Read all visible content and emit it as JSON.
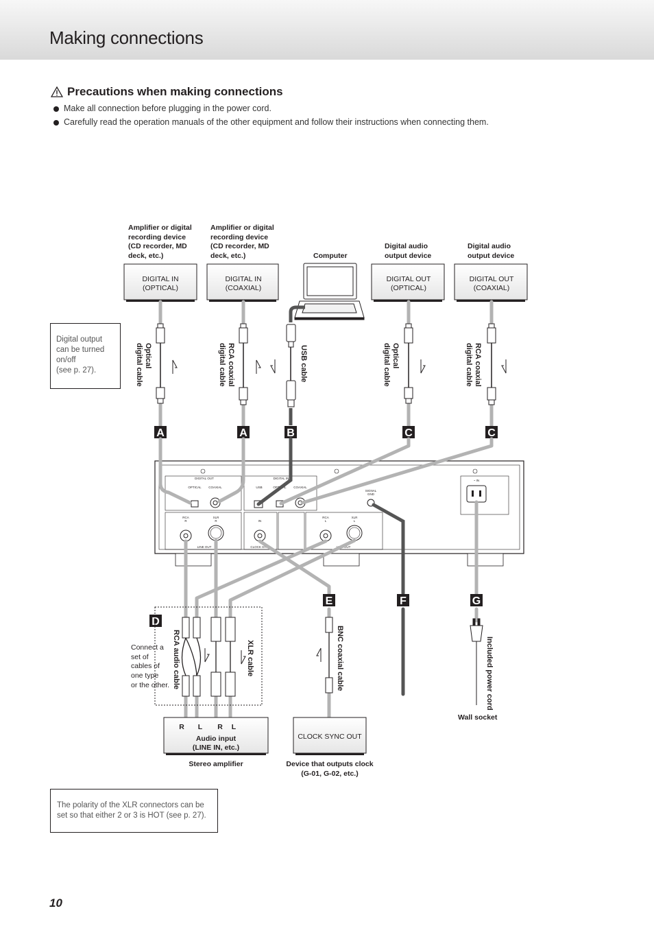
{
  "page": {
    "title": "Making connections",
    "page_number": "10"
  },
  "precautions": {
    "heading": "Precautions when making connections",
    "icon": "warning-triangle-icon",
    "bullets": [
      "Make all connection before plugging in the power cord.",
      "Carefully read the operation manuals of the other equipment and follow their instructions when connecting them."
    ]
  },
  "devices_top": [
    {
      "caption": [
        "Amplifier or digital",
        "recording device",
        "(CD recorder, MD",
        "deck, etc.)"
      ],
      "box": [
        "DIGITAL IN",
        "(OPTICAL)"
      ]
    },
    {
      "caption": [
        "Amplifier or digital",
        "recording device",
        "(CD recorder, MD",
        "deck, etc.)"
      ],
      "box": [
        "DIGITAL IN",
        "(COAXIAL)"
      ]
    },
    {
      "caption": [
        "Computer"
      ],
      "box": []
    },
    {
      "caption": [
        "Digital audio",
        "output device"
      ],
      "box": [
        "DIGITAL OUT",
        "(OPTICAL)"
      ]
    },
    {
      "caption": [
        "Digital audio",
        "output device"
      ],
      "box": [
        "DIGITAL OUT",
        "(COAXIAL)"
      ]
    }
  ],
  "cables_top": [
    {
      "label": [
        "Optical",
        "digital cable"
      ],
      "letter": "A"
    },
    {
      "label": [
        "RCA coaxial",
        "digital cable"
      ],
      "letter": "A"
    },
    {
      "label": [
        "USB cable"
      ],
      "letter": "B"
    },
    {
      "label": [
        "Optical",
        "digital cable"
      ],
      "letter": "C"
    },
    {
      "label": [
        "RCA coaxial",
        "digital cable"
      ],
      "letter": "C"
    }
  ],
  "notes": {
    "digital_output": [
      "Digital output",
      "can be turned",
      "on/off",
      "(see p. 27)."
    ],
    "xlr_polarity": [
      "The polarity of the XLR connectors can be",
      "set so that either 2 or 3 is HOT (see p. 27)."
    ],
    "connect_set": [
      "Connect a",
      "set of",
      "cables of",
      "one type",
      "or the other."
    ]
  },
  "rear_panel": {
    "digital_out": "DIGITAL OUT",
    "digital_in": "DIGITAL IN",
    "optical": "OPTICAL",
    "coaxial": "COAXIAL",
    "usb": "USB",
    "optical2": "OPTICAL",
    "coaxial2": "COAXIAL",
    "signal_gnd": [
      "SIGNAL",
      "GND"
    ],
    "ac_in": "~ IN",
    "rca_r": [
      "RCA",
      "R"
    ],
    "xlr_r": [
      "XLR",
      "R"
    ],
    "in": "IN",
    "rca_l": [
      "RCA",
      "L"
    ],
    "xlr_l": [
      "XLR",
      "L"
    ],
    "line_out": "LINE OUT",
    "clock_sync": "CLOCK SYNC",
    "line_out2": "LINE OUT"
  },
  "bottom": {
    "letters": {
      "d": "D",
      "e": "E",
      "f": "F",
      "g": "G"
    },
    "rca_audio_cable": "RCA audio cable",
    "xlr_cable": "XLR cable",
    "bnc_cable": "BNC coaxial cable",
    "power_cord": "Included power cord",
    "wall_socket": "Wall socket",
    "amp_box_channels": [
      "R",
      "L",
      "R",
      "L"
    ],
    "amp_box_text": [
      "Audio input",
      "(LINE IN, etc.)"
    ],
    "amp_caption": "Stereo amplifier",
    "clock_box_text": "CLOCK SYNC OUT",
    "clock_caption": [
      "Device that outputs clock",
      "(G-01, G-02, etc.)"
    ]
  }
}
